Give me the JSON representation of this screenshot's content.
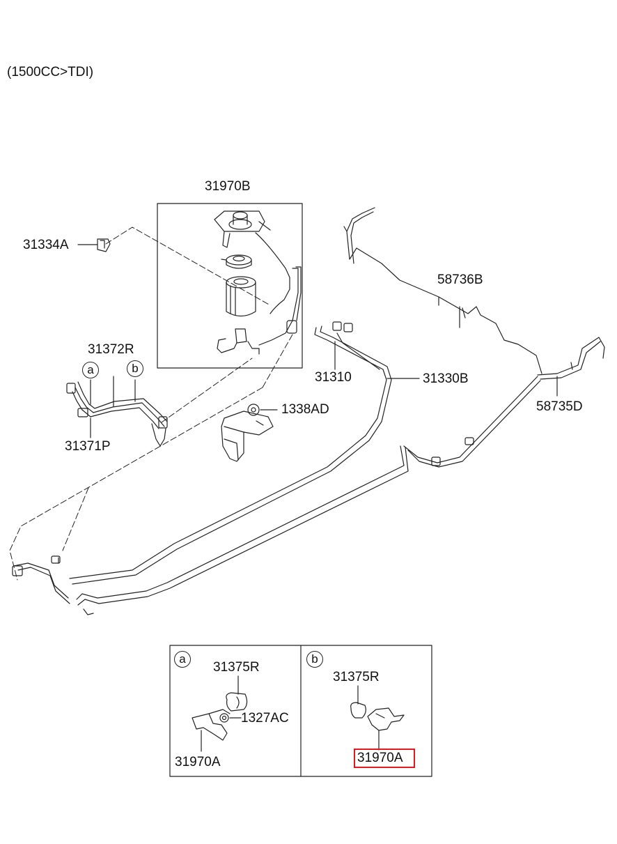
{
  "header": {
    "title": "(1500CC>TDI)"
  },
  "parts": {
    "p31970B": "31970B",
    "p31334A": "31334A",
    "p31372R": "31372R",
    "p31371P": "31371P",
    "p1338AD": "1338AD",
    "p31310": "31310",
    "p31330B": "31330B",
    "p58736B": "58736B",
    "p58735D": "58735D"
  },
  "callouts": {
    "a": "a",
    "b": "b"
  },
  "detail_a": {
    "marker": "a",
    "part1": "31375R",
    "part2": "1327AC",
    "part3": "31970A"
  },
  "detail_b": {
    "marker": "b",
    "part1": "31375R",
    "part2": "31970A"
  },
  "colors": {
    "line": "#222222",
    "highlight": "#e01b1b",
    "background": "#ffffff"
  }
}
